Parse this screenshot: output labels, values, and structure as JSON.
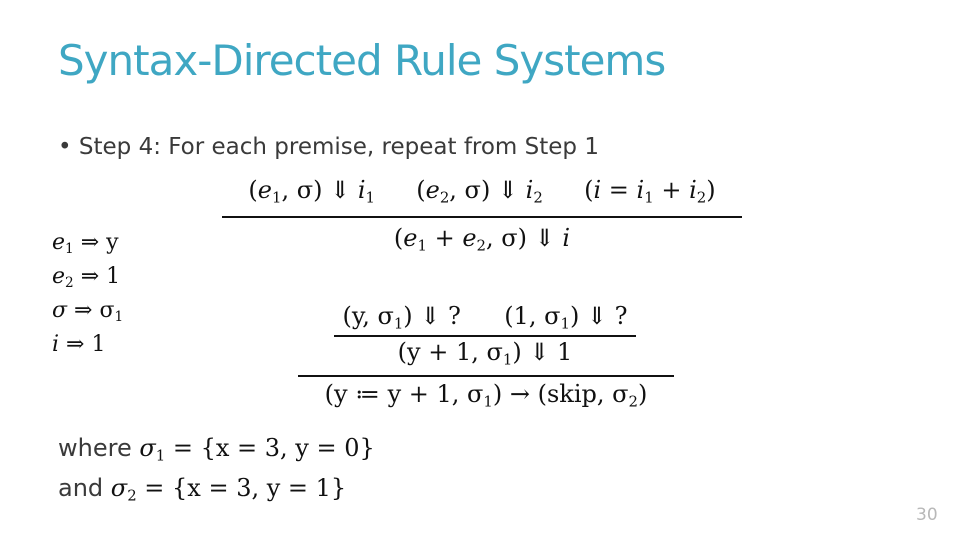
{
  "slide": {
    "title": "Syntax-Directed Rule Systems",
    "bullet_marker": "•",
    "bullet": "Step 4: For each premise, repeat from Step 1",
    "page_number": "30"
  },
  "rule1": {
    "premise1": [
      "(",
      "e",
      "1",
      ", σ) ⇓ ",
      "i",
      "1"
    ],
    "premise2": [
      "(",
      "e",
      "2",
      ", σ) ⇓ ",
      "i",
      "2"
    ],
    "premise3": [
      "(",
      "i",
      " = ",
      "i",
      "1",
      " + ",
      "i",
      "2",
      ")"
    ],
    "conclusion": [
      "(",
      "e",
      "1",
      " + ",
      "e",
      "2",
      ", σ) ⇓ ",
      "i"
    ]
  },
  "substitutions": [
    {
      "lhs": "e",
      "sub": "1",
      "rhs": " ⇒ y"
    },
    {
      "lhs": "e",
      "sub": "2",
      "rhs": " ⇒ 1"
    },
    {
      "lhs": "σ",
      "sub": "",
      "rhs": " ⇒ σ",
      "rhs_sub": "1"
    },
    {
      "lhs": "i",
      "sub": "",
      "rhs": " ⇒ 1"
    }
  ],
  "rule2": {
    "premise1": [
      "(y, σ",
      "1",
      ") ⇓ ?"
    ],
    "premise2": [
      "(1, σ",
      "1",
      ") ⇓ ?"
    ],
    "middle": [
      "(y + 1, σ",
      "1",
      ") ⇓ 1"
    ],
    "conclusion": [
      "(y ≔ y + 1, σ",
      "1",
      ") → (skip, σ",
      "2",
      ")"
    ]
  },
  "where": {
    "line1_word": "where",
    "line1_math": [
      "σ",
      "1",
      " = {x = 3, y = 0}"
    ],
    "line2_word": "and",
    "line2_math": [
      "σ",
      "2",
      " = {x = 3, y = 1}"
    ]
  }
}
